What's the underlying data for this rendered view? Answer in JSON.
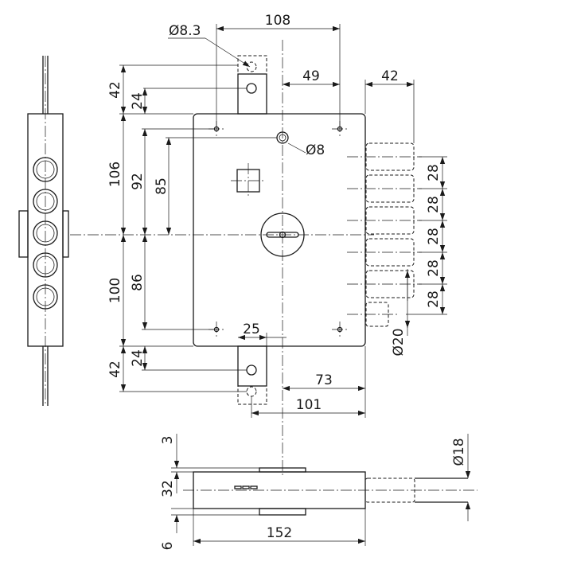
{
  "drawing": {
    "dims": {
      "d_8_3": "Ø8.3",
      "w_108": "108",
      "w_49": "49",
      "w_42_top": "42",
      "h_42_top": "42",
      "h_24_top": "24",
      "h_106": "106",
      "h_92": "92",
      "h_85": "85",
      "d_8": "Ø8",
      "h_28_a": "28",
      "h_28_b": "28",
      "h_28_c": "28",
      "h_28_d": "28",
      "h_28_e": "28",
      "h_100": "100",
      "h_86": "86",
      "w_25": "25",
      "d_20": "Ø20",
      "h_24_bot": "24",
      "h_42_bot": "42",
      "w_73": "73",
      "w_101": "101",
      "h_3": "3",
      "h_32": "32",
      "h_6": "6",
      "w_152": "152",
      "d_18": "Ø18"
    }
  }
}
